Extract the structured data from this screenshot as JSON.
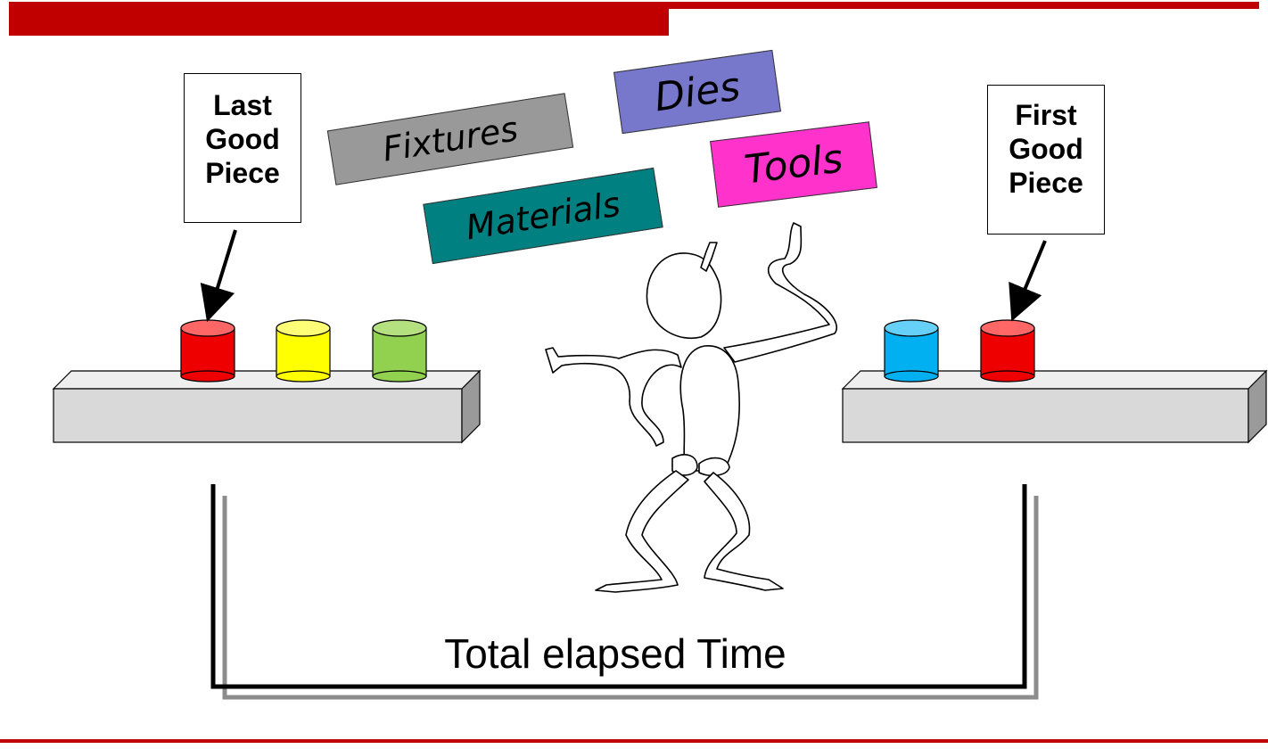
{
  "labels": {
    "left": [
      "Last",
      "Good",
      "Piece"
    ],
    "right": [
      "First",
      "Good",
      "Piece"
    ]
  },
  "tags": {
    "fixtures": {
      "text": "Fixtures",
      "color": "#999999"
    },
    "dies": {
      "text": "Dies",
      "color": "#7777cc"
    },
    "tools": {
      "text": "Tools",
      "color": "#ff33cc"
    },
    "materials": {
      "text": "Materials",
      "color": "#008080"
    }
  },
  "caption": "Total elapsed Time",
  "colors": {
    "accent": "#c00000",
    "part_red": "#ee0000",
    "part_yellow": "#ffff00",
    "part_green": "#92d050",
    "part_blue": "#00b0f0",
    "shelf": "#d9d9d9"
  }
}
